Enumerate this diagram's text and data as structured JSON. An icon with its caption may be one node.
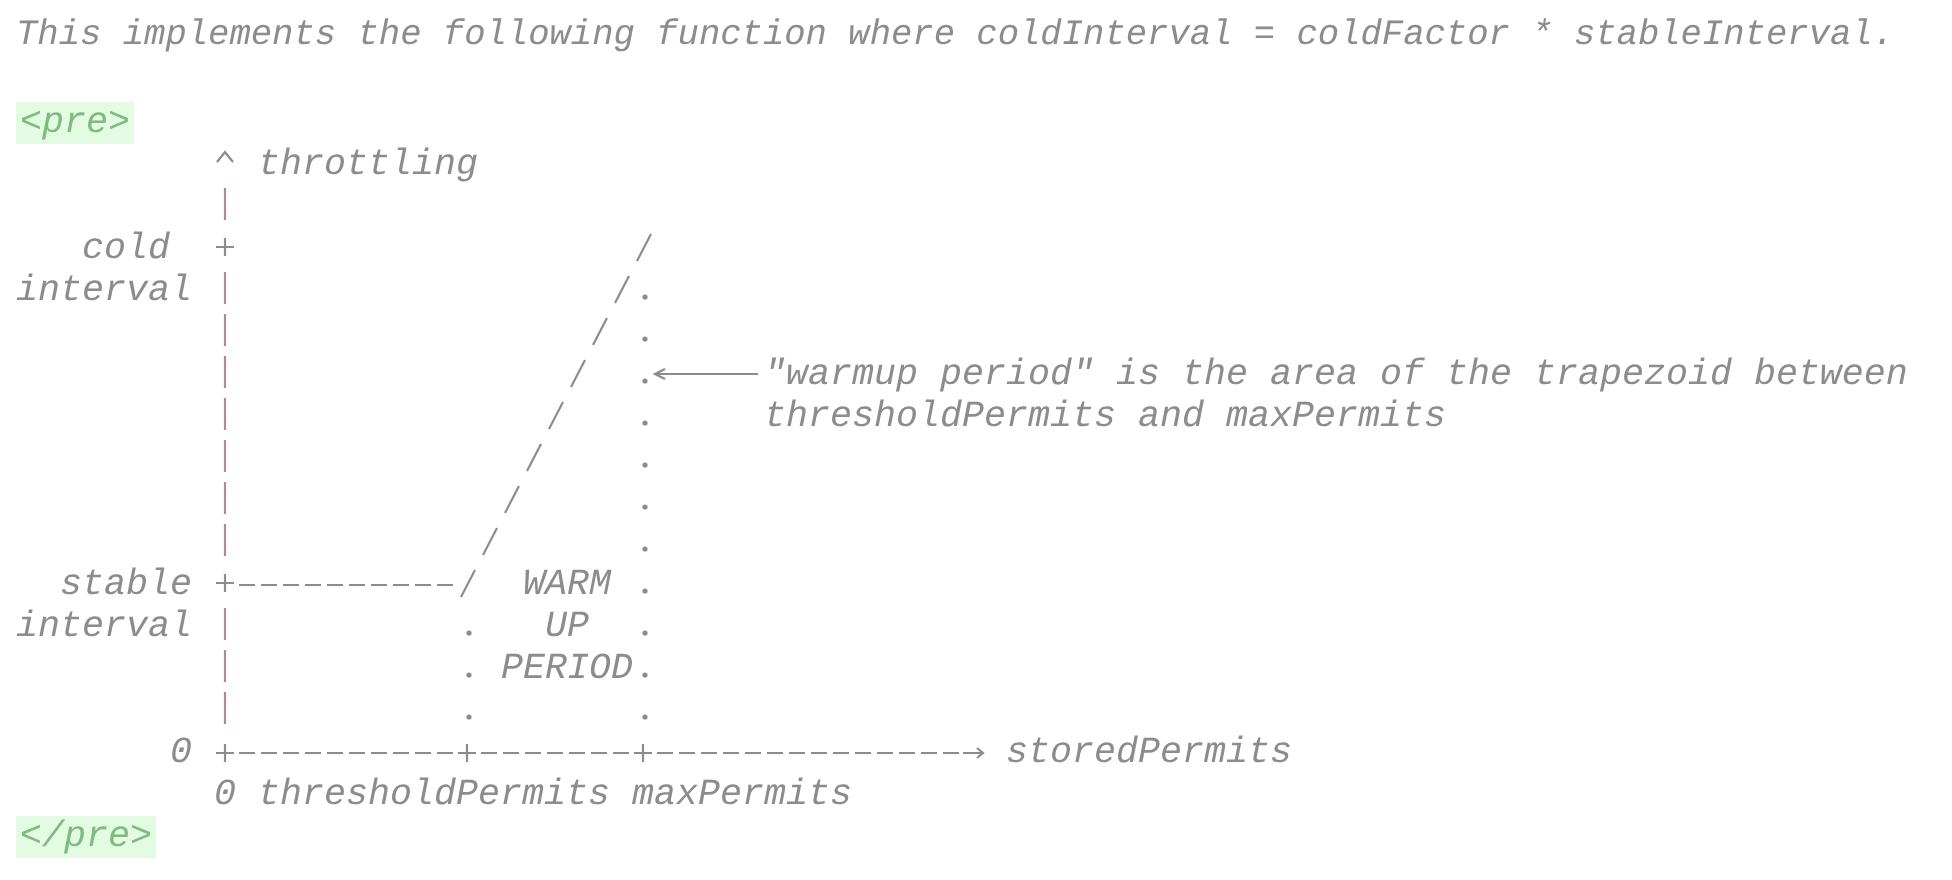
{
  "diagram": {
    "nodes": [
      {
        "text": [
          "WARM UP PERIOD"
        ]
      },
      {
        "text": [
          "\"warmup period\" is the area of the trapezoid between thresholdPermits and maxPermits"
        ]
      }
    ],
    "edges": [
      {
        "from": 1,
        "to": 0,
        "arrow": "to"
      }
    ],
    "labels": [
      "This implements the following function where coldInterval = coldFactor * stableInterval.",
      "<pre>",
      "throttling",
      "cold interval",
      "stable interval",
      "0",
      "storedPermits",
      "0",
      "thresholdPermits",
      "maxPermits",
      "</pre>"
    ]
  }
}
